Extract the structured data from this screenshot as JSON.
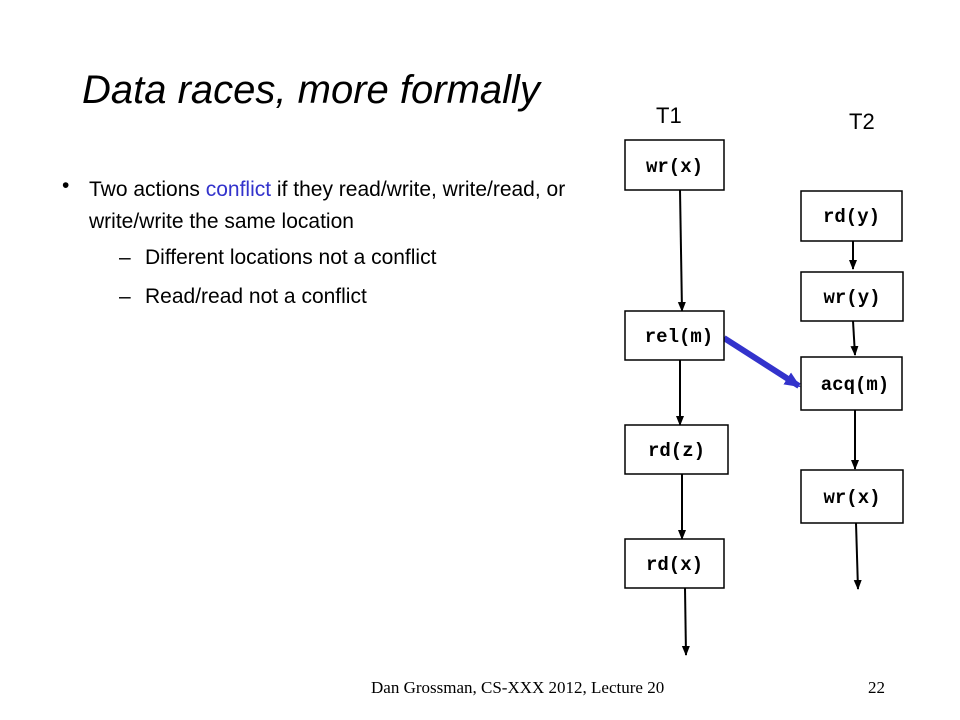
{
  "slide": {
    "title": "Data races, more formally",
    "bullet": {
      "before": "Two actions ",
      "highlight": "conflict",
      "after": " if they read/write, write/read, or write/write the same location",
      "highlight_color": "#3333cc"
    },
    "sub_bullets": [
      "Different locations not a conflict",
      "Read/read not a conflict"
    ]
  },
  "diagram": {
    "threads": [
      {
        "label": "T1",
        "ops": [
          "wr(x)",
          "rel(m)",
          "rd(z)",
          "rd(x)"
        ]
      },
      {
        "label": "T2",
        "ops": [
          "rd(y)",
          "wr(y)",
          "acq(m)",
          "wr(x)"
        ]
      }
    ],
    "sync_edge": {
      "from": "rel(m)",
      "to": "acq(m)",
      "color": "#3333cc"
    }
  },
  "footer": {
    "text": "Dan Grossman, CS-XXX 2012, Lecture 20",
    "page": "22"
  }
}
